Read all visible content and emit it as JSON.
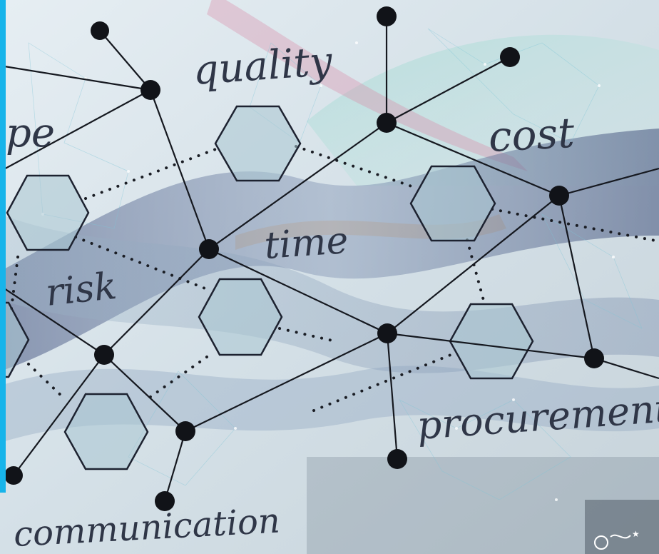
{
  "labels": {
    "scope_fragment": "pe",
    "quality": "quality",
    "cost": "cost",
    "time": "time",
    "risk": "risk",
    "procurement": "procurement",
    "communication": "communication"
  },
  "colors": {
    "accent_bar": "#17b4ea",
    "ink": "#2f3647",
    "node": "#111318",
    "hexagon_fill": "#a9c7d2",
    "wave_dark": "#4d5d84",
    "wave_light": "#b9cfd9",
    "background": "#dfe7ec"
  }
}
